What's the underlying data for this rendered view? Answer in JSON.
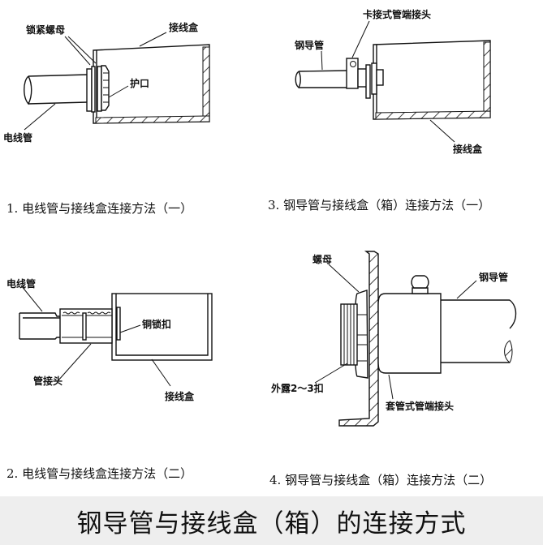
{
  "diagrams": [
    {
      "caption": "1. 电线管与接线盒连接方法（一）",
      "labels": {
        "locknut": "锁紧螺母",
        "box": "接线盒",
        "bushing": "护口",
        "conduit": "电线管"
      }
    },
    {
      "caption": "3. 钢导管与接线盒（箱）连接方法（一）",
      "labels": {
        "clamp_connector": "卡接式管端接头",
        "steel_conduit": "钢导管",
        "box": "接线盒"
      }
    },
    {
      "caption": "2. 电线管与接线盒连接方法（二）",
      "labels": {
        "conduit": "电线管",
        "copper_lock": "铜锁扣",
        "coupling": "管接头",
        "box": "接线盒"
      }
    },
    {
      "caption": "4. 钢导管与接线盒（箱）连接方法（二）",
      "labels": {
        "nut": "螺母",
        "steel_conduit": "钢导管",
        "exposed_threads": "外露2～3扣",
        "sleeve_connector": "套管式管端接头"
      }
    }
  ],
  "footer": {
    "title": "钢导管与接线盒（箱）的连接方式"
  }
}
